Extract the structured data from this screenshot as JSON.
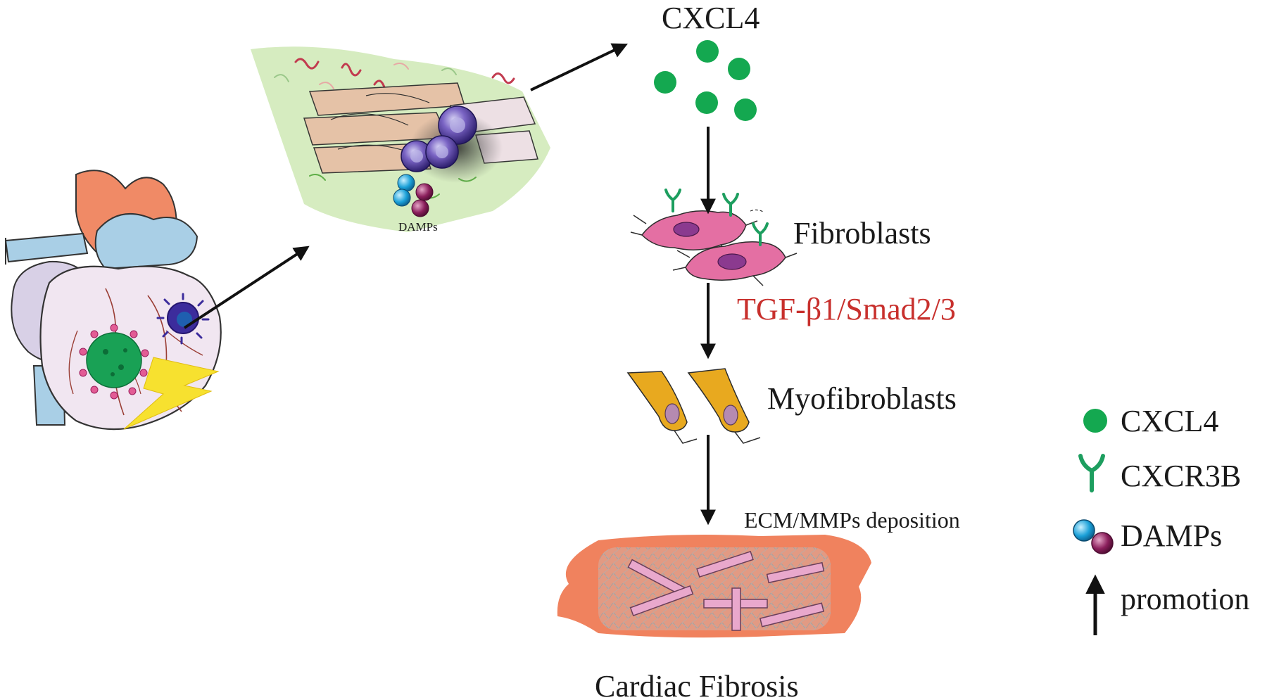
{
  "labels": {
    "cxcl4_top": "CXCL4",
    "damps_tissue": "DAMPs",
    "fibroblasts": "Fibroblasts",
    "pathway": "TGF-β1/Smad2/3",
    "myofibroblasts": "Myofibroblasts",
    "ecm": "ECM/MMPs deposition",
    "cardiac_fibrosis": "Cardiac Fibrosis"
  },
  "legend": {
    "cxcl4": "CXCL4",
    "cxcr3b": "CXCR3B",
    "damps": "DAMPs",
    "promotion": "promotion"
  },
  "colors": {
    "cxcl4_dot": "#14a850",
    "receptor": "#1d9e5f",
    "damp_blue": "#1aa0d8",
    "damp_purple": "#8b1f5c",
    "fibroblast": "#e46fa3",
    "myofibroblast": "#e8a91f",
    "pathway_text": "#c8302d",
    "fibrosis_band": "#f0825e"
  }
}
